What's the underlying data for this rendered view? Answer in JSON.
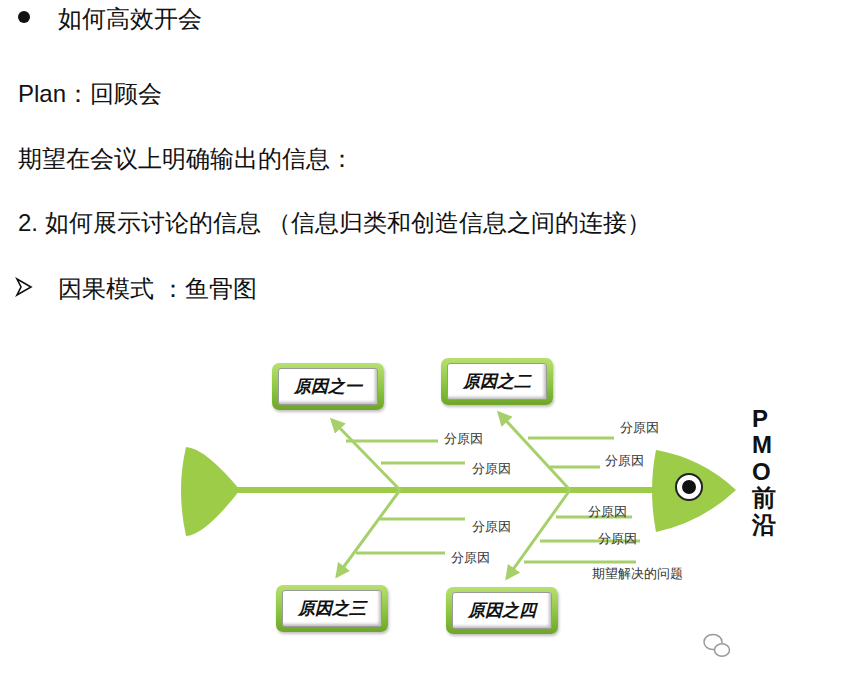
{
  "diagram": {
    "title": "如何高效开会",
    "nodes": [
      {
        "text": [
          "原因之一"
        ]
      },
      {
        "text": [
          "原因之二"
        ]
      },
      {
        "text": [
          "原因之三"
        ]
      },
      {
        "text": [
          "原因之四"
        ]
      }
    ],
    "labels": [
      "Plan：回顾会",
      "期望在会议上明确输出的信息：",
      "2. 如何展示讨论的信息 （信息归类和创造信息之间的连接）",
      "因果模式 ：鱼骨图",
      "分原因",
      "分原因",
      "分原因",
      "分原因",
      "分原因",
      "分原因",
      "分原因",
      "分原因",
      "期望解决的问题",
      "PMO前沿"
    ]
  }
}
